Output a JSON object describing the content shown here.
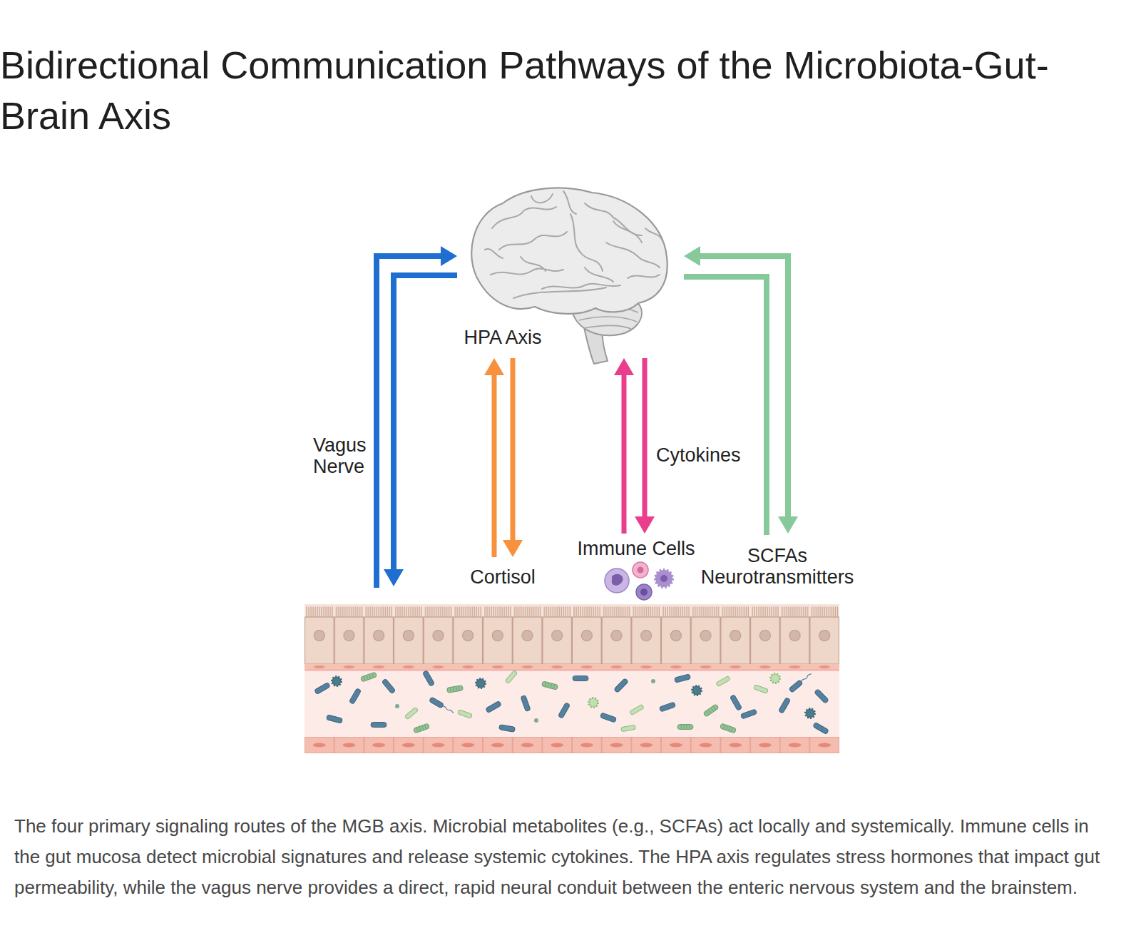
{
  "diagram": {
    "title": "Bidirectional Communication Pathways of the Microbiota-Gut-Brain Axis",
    "caption": "The four primary signaling routes of the MGB axis. Microbial metabolites (e.g., SCFAs) act locally and systemically. Immune cells in the gut mucosa detect microbial signatures and release systemic cytokines. The HPA axis regulates stress hormones that impact gut permeability, while the vagus nerve provides a direct, rapid neural conduit between the enteric nervous system and the brainstem.",
    "labels": [
      "HPA Axis",
      "Vagus Nerve",
      "Cytokines",
      "Immune Cells",
      "SCFAs Neurotransmitters",
      "Cortisol"
    ]
  }
}
